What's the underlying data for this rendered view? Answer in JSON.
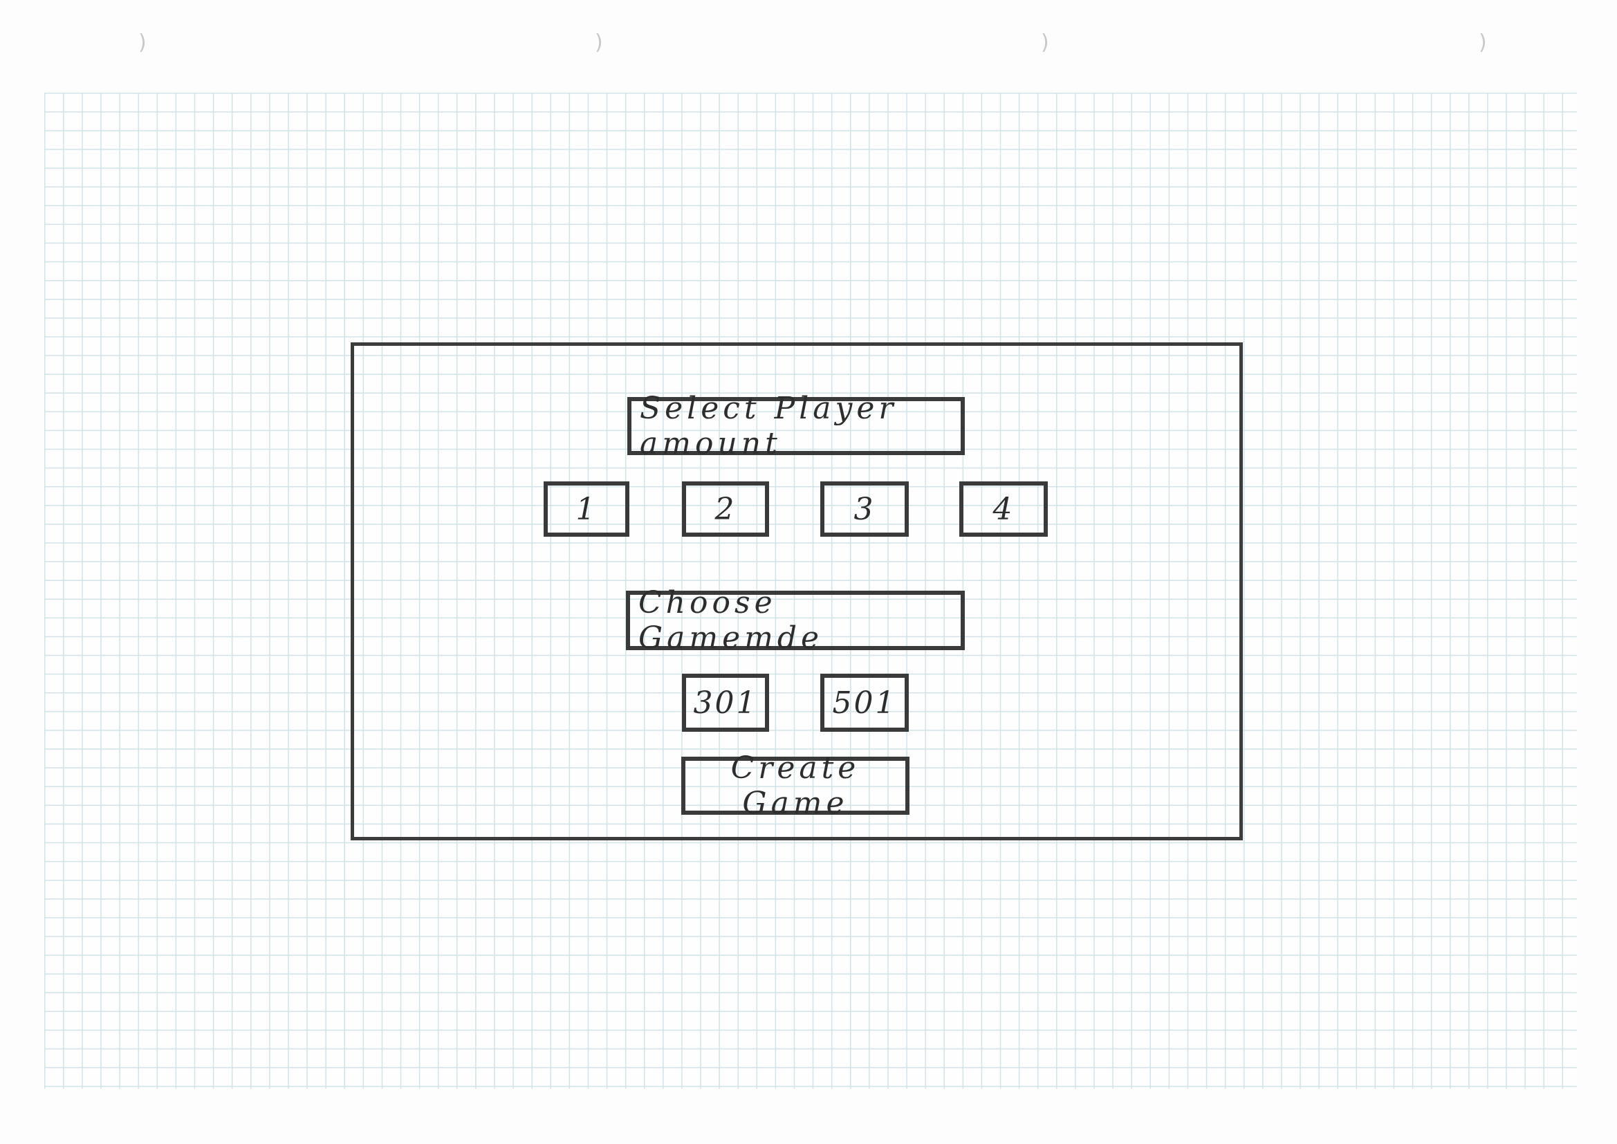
{
  "player_section": {
    "heading": "Select Player amount",
    "options": [
      "1",
      "2",
      "3",
      "4"
    ]
  },
  "gamemode_section": {
    "heading": "Choose Gamemde",
    "options": [
      "301",
      "501"
    ]
  },
  "create_button": {
    "label": "Create Game"
  },
  "colors": {
    "ink": "#3a3a3a",
    "grid": "#cfe3e8",
    "paper": "#fefefe"
  }
}
